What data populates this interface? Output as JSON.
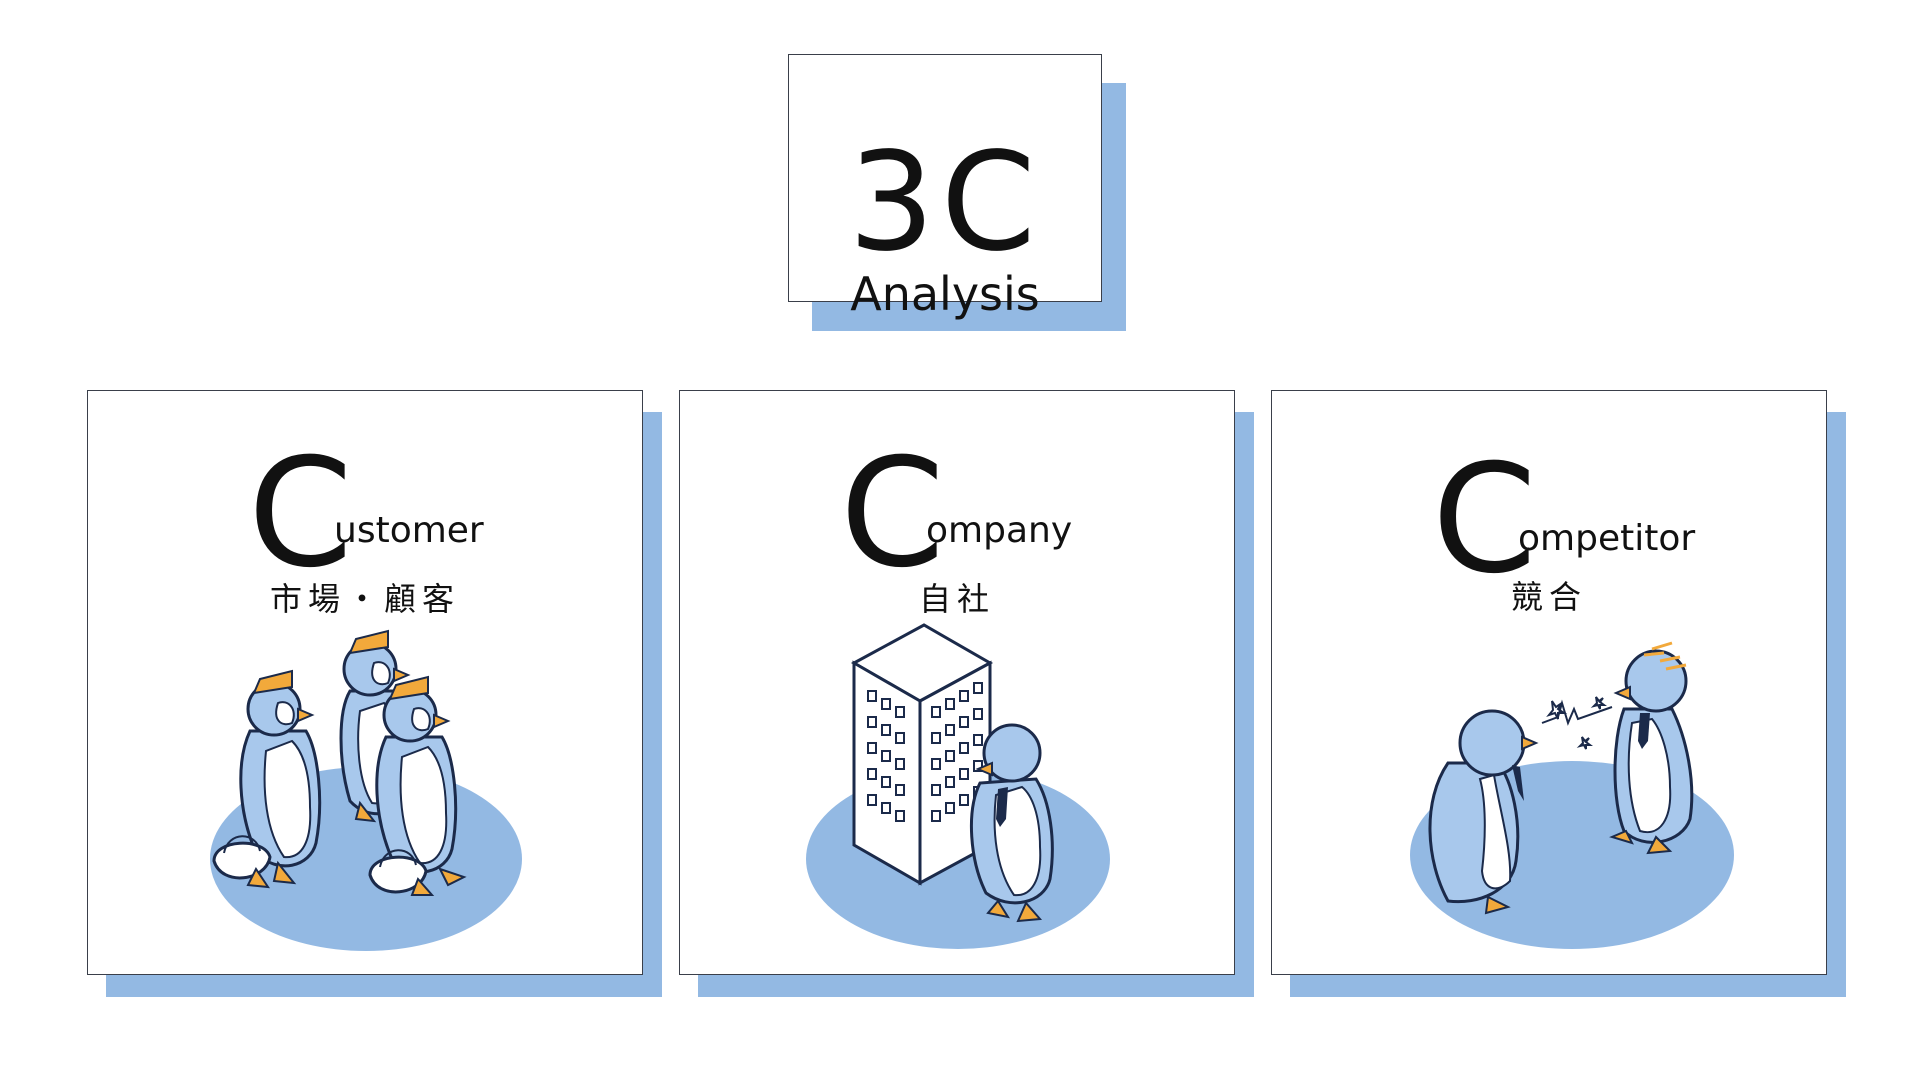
{
  "title": {
    "main": "3C",
    "sub": "Analysis"
  },
  "cards": [
    {
      "initial": "C",
      "rest": "ustomer",
      "japanese": "市場・顧客",
      "illustration": "penguin-shoppers"
    },
    {
      "initial": "C",
      "rest": "ompany",
      "japanese": "自社",
      "illustration": "office-building-penguin"
    },
    {
      "initial": "C",
      "rest": "ompetitor",
      "japanese": "競合",
      "illustration": "rival-penguins"
    }
  ],
  "colors": {
    "accent": "#93b9e3",
    "penguin_body": "#a8c8ec",
    "outline": "#1b2a4a",
    "beak": "#f2a93b"
  }
}
